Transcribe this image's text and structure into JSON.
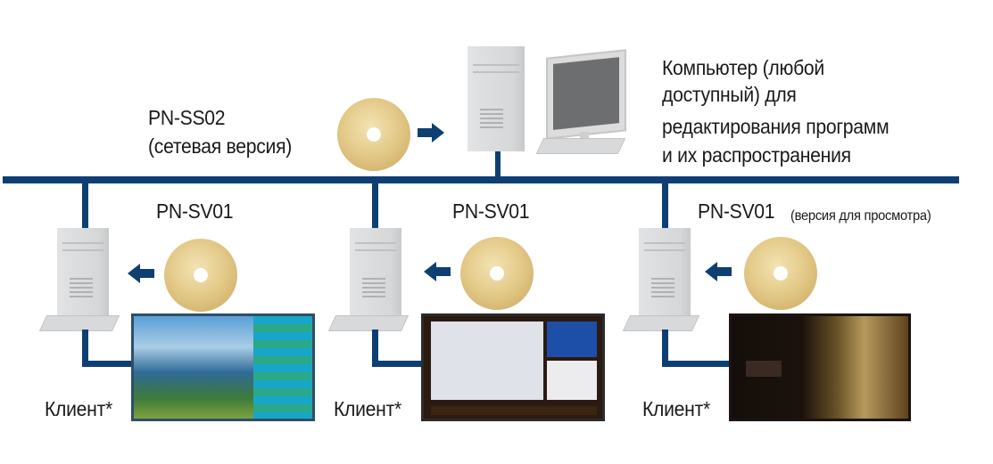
{
  "server": {
    "description_lines": [
      "Компьютер (любой",
      "доступный) для",
      "редактирования программ",
      "и их распространения"
    ]
  },
  "network_software": {
    "name": "PN-SS02",
    "subtitle": "(сетевая версия)"
  },
  "clients": [
    {
      "software": "PN-SV01",
      "note": "",
      "label": "Клиент*"
    },
    {
      "software": "PN-SV01",
      "note": "",
      "label": "Клиент*"
    },
    {
      "software": "PN-SV01",
      "note": "(версия для просмотра)",
      "label": "Клиент*"
    }
  ],
  "colors": {
    "network_line": "#0d3f73",
    "disc": "#e4cb8a"
  }
}
